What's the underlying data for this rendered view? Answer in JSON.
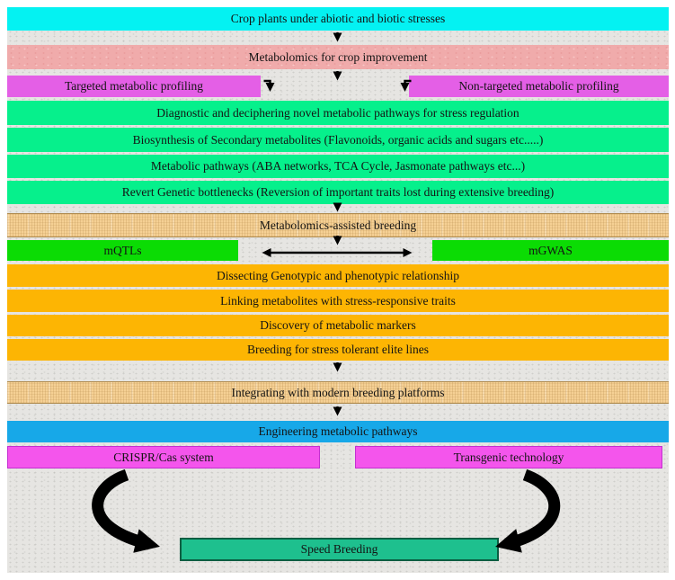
{
  "diagram": {
    "stress_bar": "Crop plants under abiotic and biotic stresses",
    "metabolomics_bar": "Metabolomics for crop improvement",
    "targeted_bar": "Targeted metabolic profiling",
    "nontargeted_bar": "Non-targeted metabolic profiling",
    "green_bars": [
      "Diagnostic and deciphering novel metabolic pathways for stress regulation",
      "Biosynthesis of Secondary metabolites (Flavonoids, organic acids and sugars etc.....)",
      "Metabolic pathways (ABA networks, TCA Cycle, Jasmonate pathways etc...)",
      "Revert Genetic bottlenecks (Reversion of important traits lost during extensive breeding)"
    ],
    "mab_bar": "Metabolomics-assisted breeding",
    "mqtls_bar": "mQTLs",
    "mgwas_bar": "mGWAS",
    "orange_bars": [
      "Dissecting Genotypic and phenotypic relationship",
      "Linking metabolites with stress-responsive traits",
      "Discovery of metabolic markers",
      "Breeding for stress tolerant elite lines"
    ],
    "integrating_bar": "Integrating with modern breeding platforms",
    "engineering_bar": "Engineering metabolic pathways",
    "crispr_bar": "CRISPR/Cas system",
    "transgenic_bar": "Transgenic technology",
    "speed_bar": "Speed Breeding"
  },
  "colors": {
    "cyan": "#04f2f2",
    "salmon_pink": "#f0abab",
    "magenta_top": "#e45fe6",
    "spring_green": "#06f08c",
    "bright_green": "#0bdc04",
    "tan_weave": "#f5d094",
    "amber_orange": "#fdb503",
    "sky_blue": "#17a8e8",
    "magenta_bottom": "#f455ec",
    "teal_green": "#1ec08e",
    "background": "#e6e5e2",
    "arrow": "#000000"
  }
}
